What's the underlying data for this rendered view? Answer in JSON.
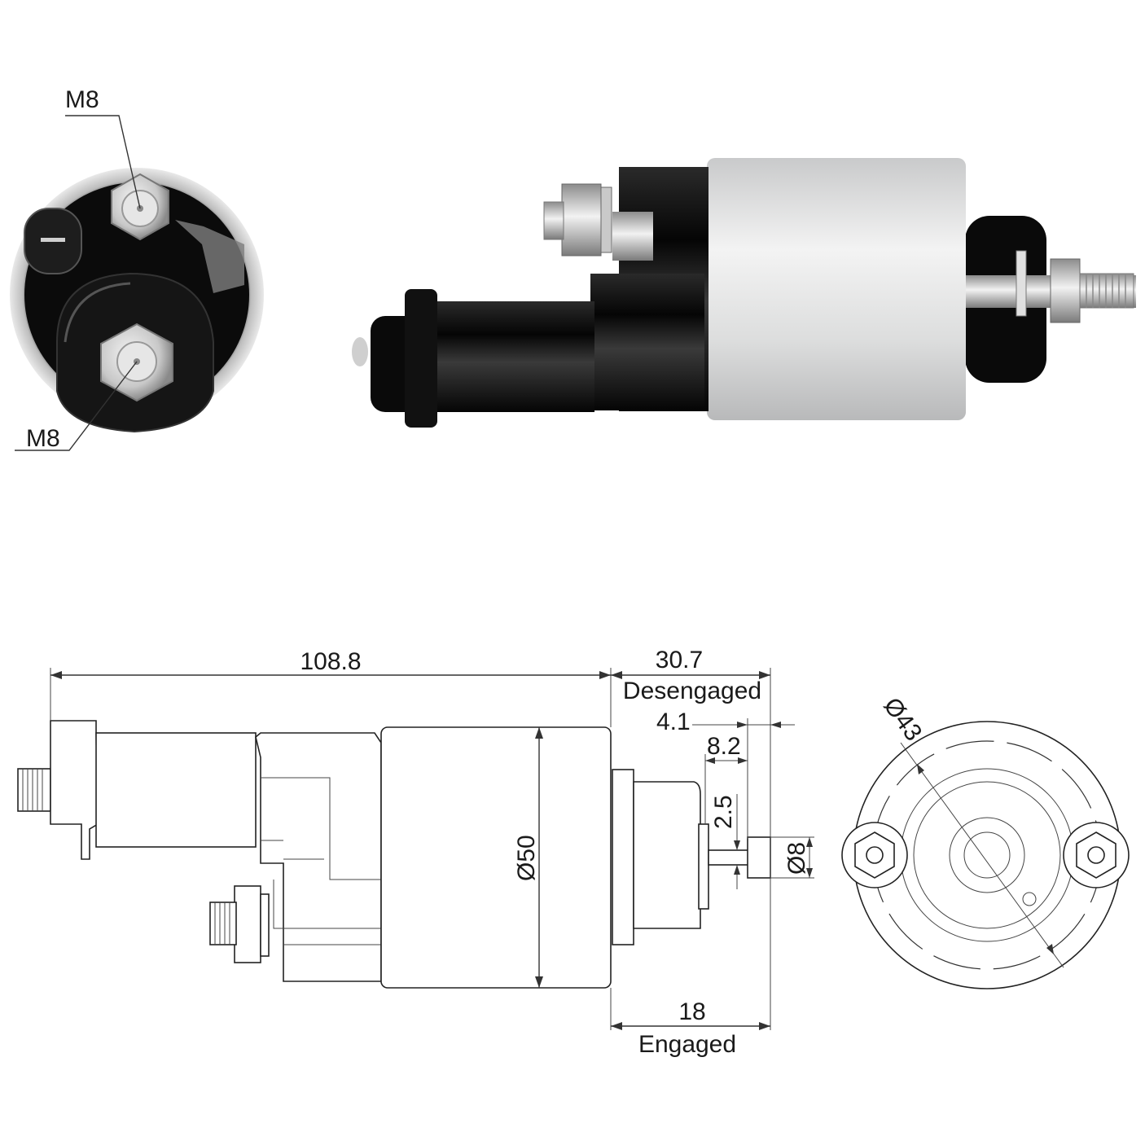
{
  "photo_labels": {
    "top_terminal": "M8",
    "bottom_terminal": "M8"
  },
  "dimensions": {
    "overall_length": "108.8",
    "desengaged_travel": "30.7",
    "desengaged_label": "Desengaged",
    "gap_a": "4.1",
    "gap_b": "8.2",
    "gap_c": "2.5",
    "shaft_diameter": "Ø8",
    "body_diameter": "Ø50",
    "flange_diameter": "Ø43",
    "engaged_travel": "18",
    "engaged_label": "Engaged"
  },
  "colors": {
    "silver_body": "#d9dadb",
    "black_housing": "#0d0d0d",
    "line": "#333333"
  }
}
